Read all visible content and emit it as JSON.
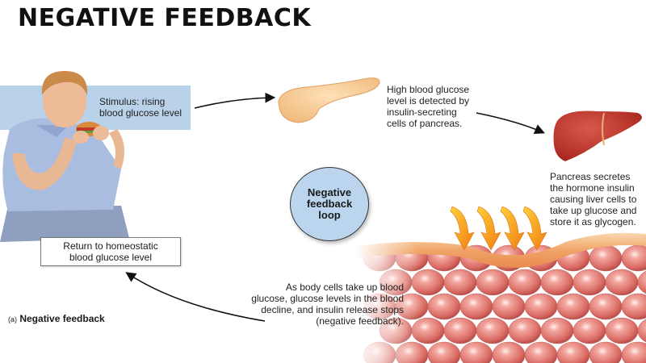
{
  "title": "NEGATIVE FEEDBACK",
  "stimulus": {
    "lines": [
      "Stimulus: rising",
      "blood glucose level"
    ],
    "band_color": "#b9d2ea"
  },
  "detection": {
    "lines": [
      "High blood glucose",
      "level is detected by",
      "insulin-secreting",
      "cells of pancreas."
    ]
  },
  "secretion": {
    "lines": [
      "Pancreas secretes",
      "the hormone insulin",
      "causing liver cells to",
      "take up glucose and",
      "store it as glycogen."
    ]
  },
  "loop_circle": {
    "lines": [
      "Negative",
      "feedback",
      "loop"
    ],
    "fill_color": "#bcd5ee"
  },
  "return_box": {
    "lines": [
      "Return to homeostatic",
      "blood glucose level"
    ]
  },
  "decline": {
    "lines": [
      "As body cells take up blood",
      "glucose, glucose levels in the blood",
      "decline, and insulin release stops",
      "(negative feedback)."
    ]
  },
  "caption": {
    "tag": "(a)",
    "label": "Negative feedback"
  },
  "illustrations": {
    "person": "person-eating-burger",
    "organ_1": "pancreas",
    "organ_2": "liver",
    "tissue": "body-cells",
    "insulin_arrows": 4,
    "arrow_color": "#f59a1c"
  }
}
